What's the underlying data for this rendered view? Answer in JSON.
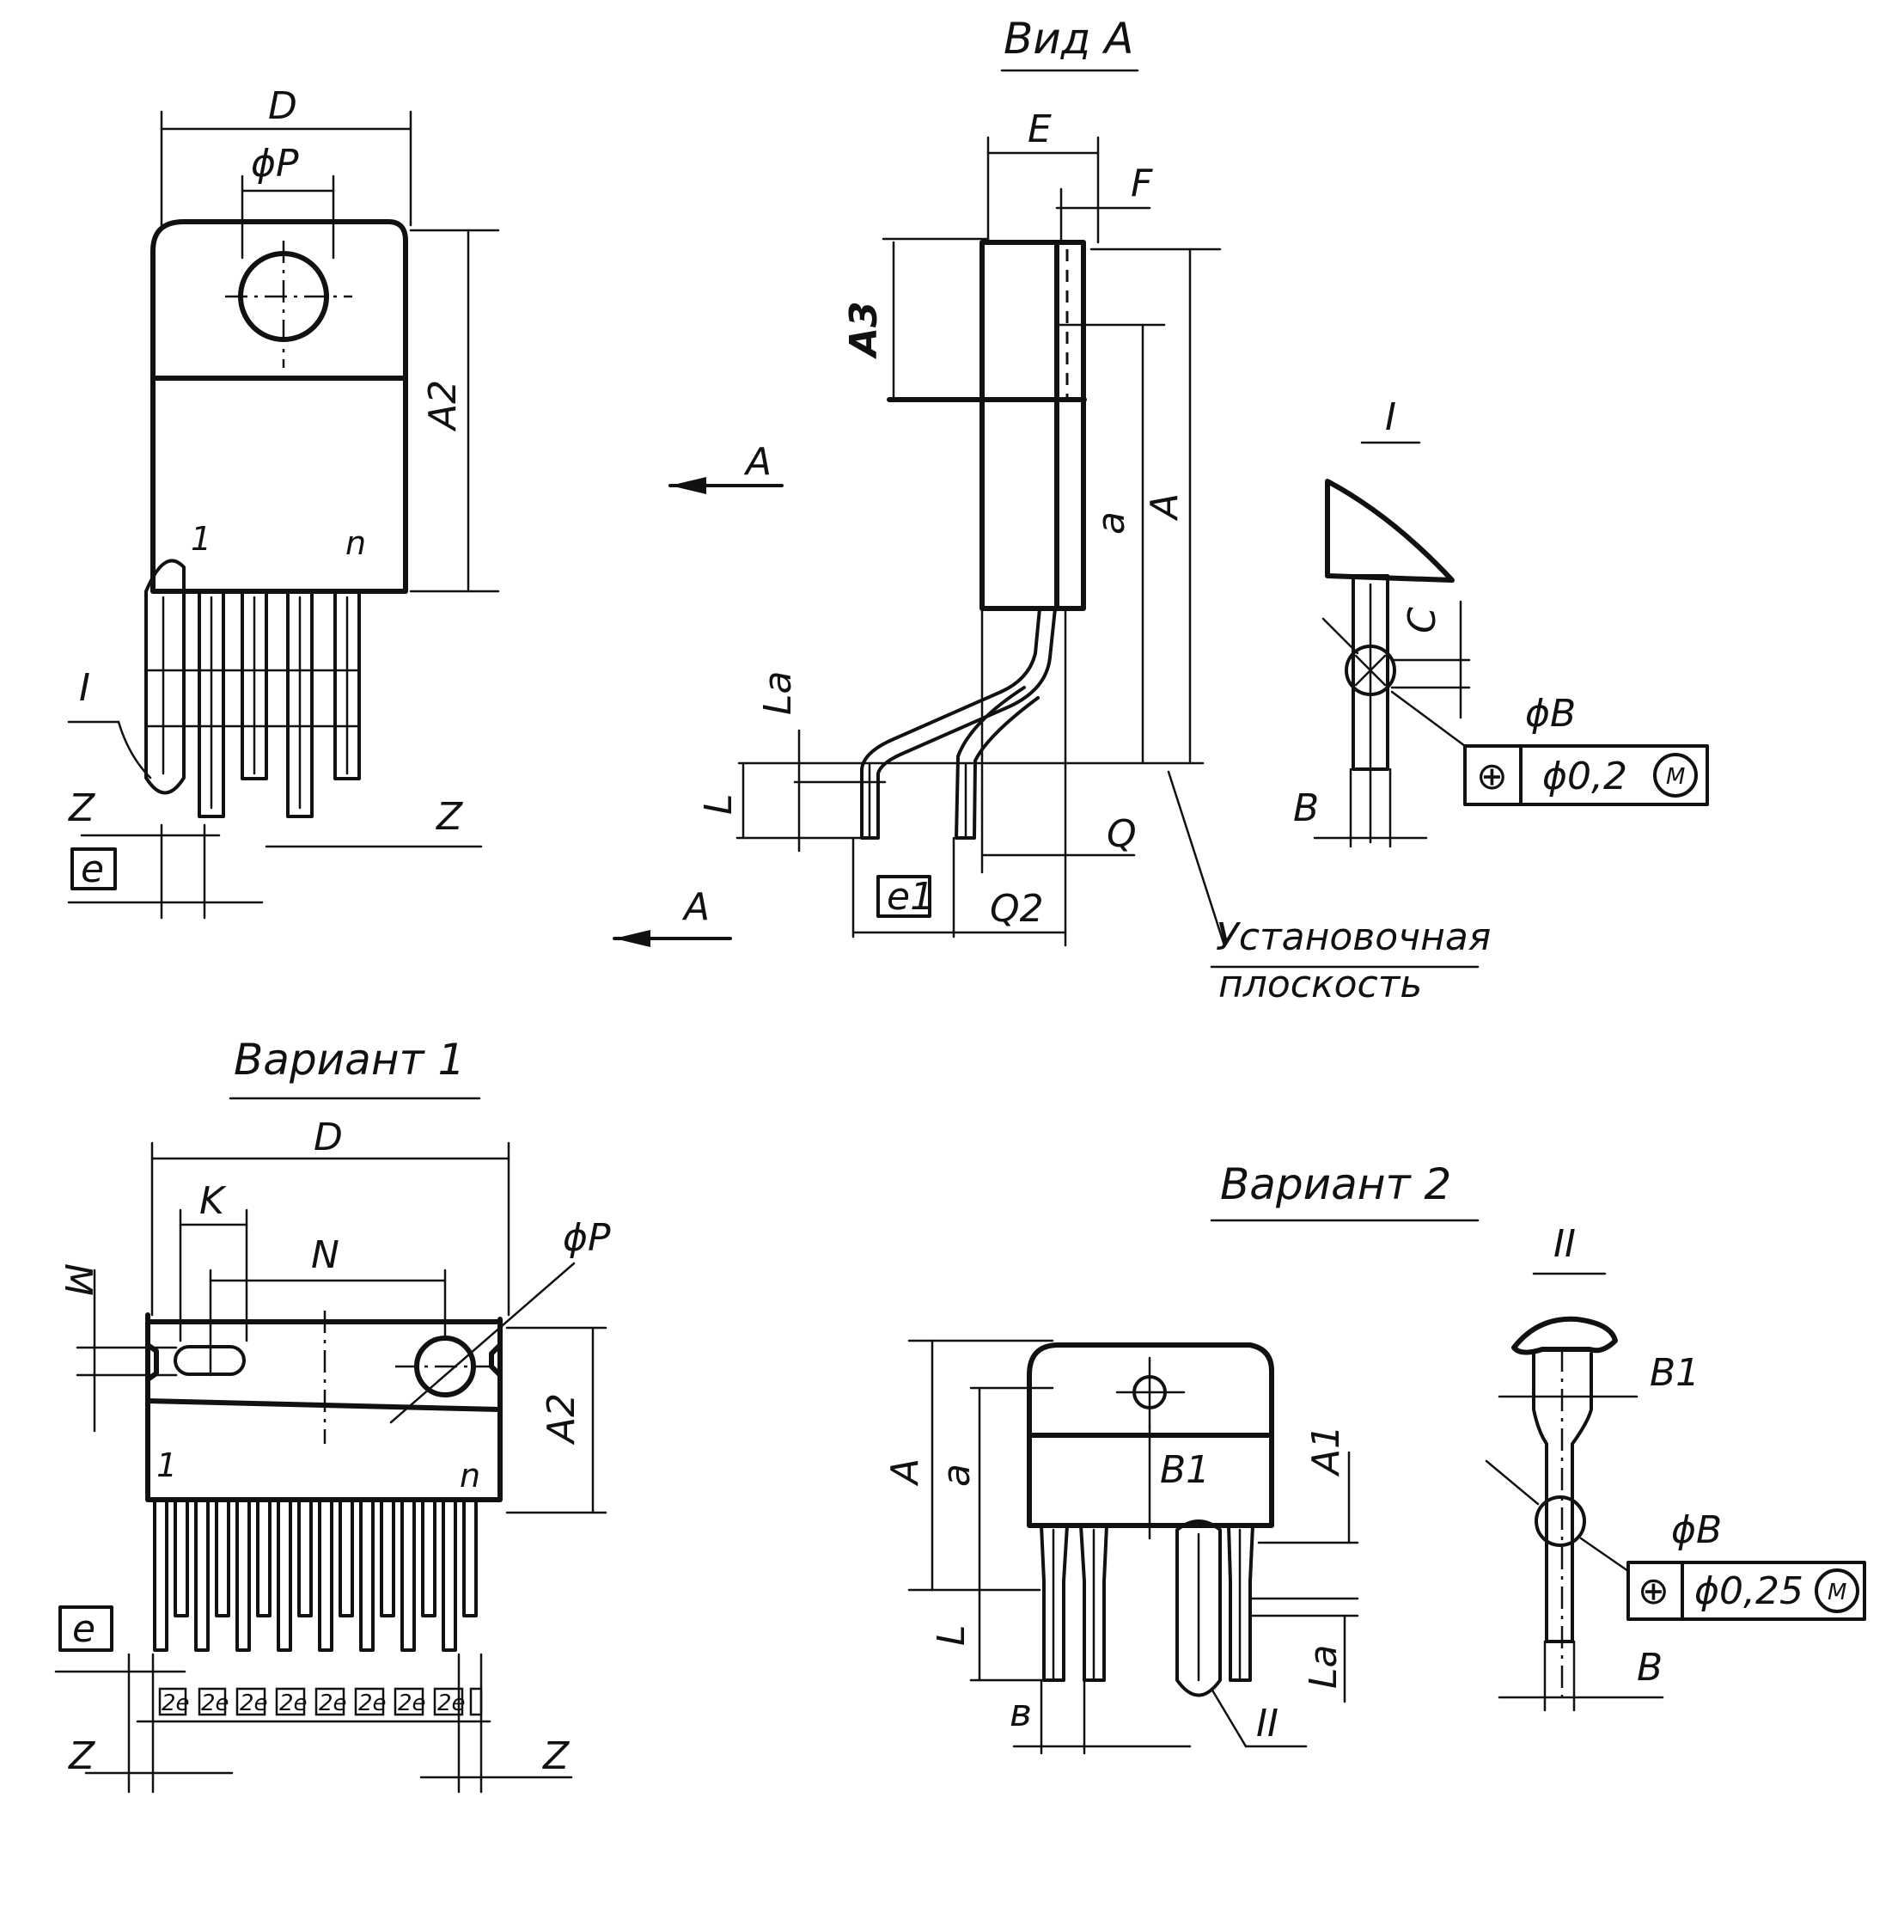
{
  "views": {
    "view_a": "Вид А",
    "variant1": "Вариант 1",
    "variant2": "Вариант 2",
    "detail1": "I",
    "detail2": "II"
  },
  "dims": {
    "D": "D",
    "phiP": "ϕP",
    "A2": "A2",
    "one": "1",
    "n": "n",
    "Z": "Z",
    "e": "e",
    "E": "E",
    "F": "F",
    "A3": "A3",
    "a": "a",
    "A": "A",
    "La": "La",
    "L": "L",
    "Q": "Q",
    "e1": "e1",
    "Q2": "Q2",
    "K": "K",
    "N": "N",
    "M": "M",
    "twoE": "2e",
    "C": "C",
    "phiB": "ϕB",
    "B": "B",
    "B1": "B1",
    "A1": "A1",
    "b": "в"
  },
  "tolerance1": {
    "symbol": "⊕",
    "value": "ϕ0,2",
    "modifier": "M"
  },
  "tolerance2": {
    "symbol": "⊕",
    "value": "ϕ0,25",
    "modifier": "M"
  },
  "notes": {
    "plane_line1": "Установочная",
    "plane_line2": "плоскость"
  }
}
